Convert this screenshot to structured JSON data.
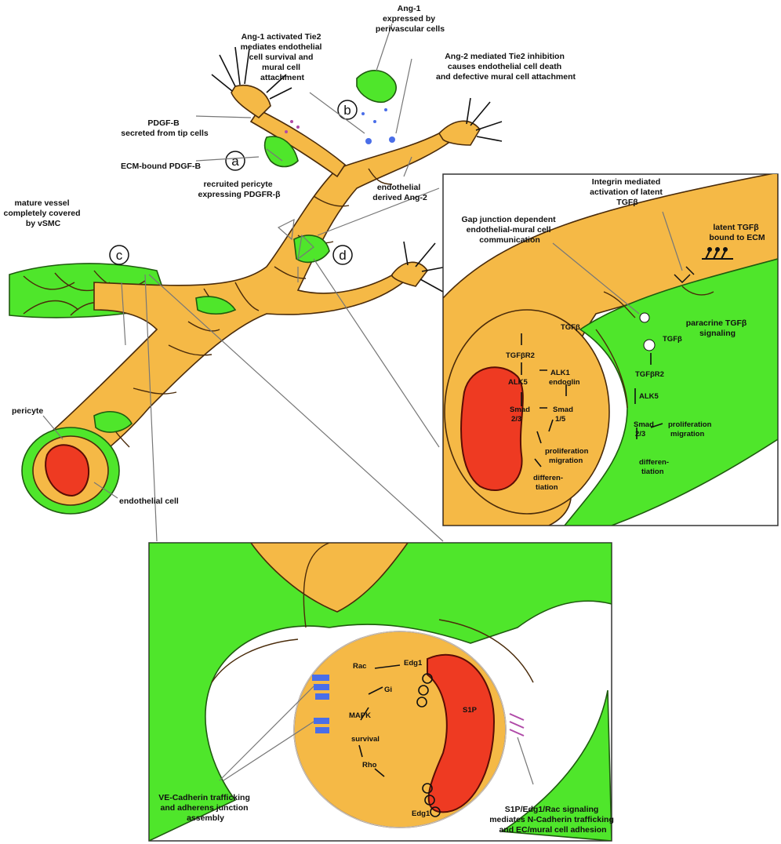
{
  "labels": {
    "ang1_expressed": [
      "Ang-1",
      "expressed by",
      "perivascular cells"
    ],
    "ang1_activated": [
      "Ang-1 activated Tie2",
      "mediates endothelial",
      "cell survival and",
      "mural cell",
      "attachment"
    ],
    "ang2_inhibition": [
      "Ang-2 mediated Tie2 inhibition",
      "causes endothelial cell death",
      "and defective mural cell attachment"
    ],
    "pdgfb_secreted": [
      "PDGF-B",
      "secreted from tip cells"
    ],
    "ecm_pdgfb": "ECM-bound PDGF-B",
    "recruited_pericyte": [
      "recruited pericyte",
      "expressing PDGFR-β"
    ],
    "endothelial_ang2": [
      "endothelial",
      "derived Ang-2"
    ],
    "mature_vessel": [
      "mature vessel",
      "completely covered",
      "by vSMC"
    ],
    "pericyte": "pericyte",
    "endothelial_cell": "endothelial cell",
    "circle_a": "a",
    "circle_b": "b",
    "circle_c": "c",
    "circle_d": "d",
    "integrin_activation": [
      "Integrin mediated",
      "activation of latent",
      "TGFβ"
    ],
    "latent_tgfb": [
      "latent TGFβ",
      "bound to ECM"
    ],
    "gap_junction": [
      "Gap junction dependent",
      "endothelial-mural cell",
      "communication"
    ],
    "paracrine": [
      "paracrine TGFβ",
      "signaling"
    ],
    "vecadherin": [
      "VE-Cadherin trafficking",
      "and adherens junction",
      "assembly"
    ],
    "s1p_signaling": [
      "S1P/Edg1/Rac signaling",
      "mediates N-Cadherin trafficking",
      "and EC/mural cell adhesion"
    ]
  },
  "pathway_d": {
    "tgfb_top": "TGFβ",
    "tgfbr2_left": "TGFβR2",
    "alk5": "ALK5",
    "alk1": "ALK1",
    "endoglin": "endoglin",
    "smad23": [
      "Smad",
      "2/3"
    ],
    "smad15": [
      "Smad",
      "1/5"
    ],
    "prolif_mig_left": [
      "proliferation",
      "migration"
    ],
    "diff_left": [
      "differen-",
      "tiation"
    ],
    "tgfb_right": "TGFβ",
    "tgfbr2_right": "TGFβR2",
    "alk5_right": "ALK5",
    "smad23_right": [
      "Smad",
      "2/3"
    ],
    "prolif_mig_right": [
      "proliferation",
      "migration"
    ],
    "diff_right": [
      "differen-",
      "tiation"
    ]
  },
  "pathway_bottom": {
    "rac_top": "Rac",
    "edg1_top": "Edg1",
    "gi": "Gi",
    "mapk": "MAPK",
    "survival": "survival",
    "rho": "Rho",
    "s1p": "S1P",
    "edg1_bottom": "Edg1"
  },
  "colors": {
    "endothelium": "#f5b946",
    "mural": "#4fe62b",
    "nucleus": "#ee3a22",
    "receptor": "#4a6ee8",
    "cadherin": "#b04aa8"
  }
}
